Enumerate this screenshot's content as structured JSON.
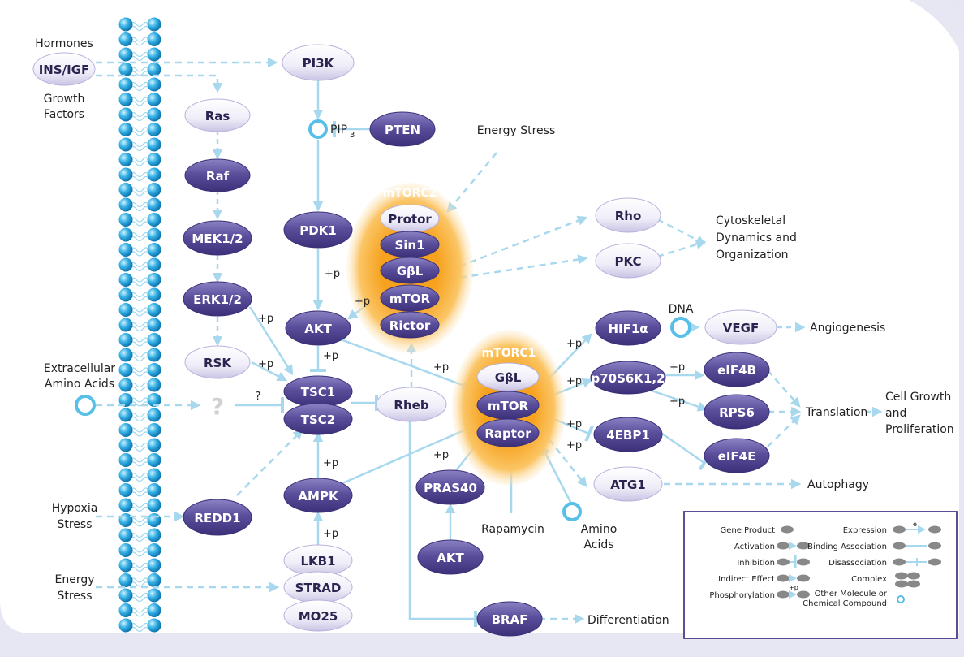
{
  "colors": {
    "dark_node": "#5b4f9c",
    "light_node": "#f2f0fa",
    "arrow": "#a8d8ee",
    "complex_orange": "#f6a21e",
    "legend_border": "#4d3b8c"
  },
  "nodes": {
    "ins_igf": "INS/IGF",
    "pi3k": "PI3K",
    "ras": "Ras",
    "pten": "PTEN",
    "raf": "Raf",
    "mek": "MEK1/2",
    "pdk1": "PDK1",
    "protor": "Protor",
    "sin1": "Sin1",
    "gbl2": "GβL",
    "mtor2": "mTOR",
    "rictor": "Rictor",
    "rho": "Rho",
    "pkc": "PKC",
    "erk": "ERK1/2",
    "akt": "AKT",
    "rsk": "RSK",
    "tsc1": "TSC1",
    "tsc2": "TSC2",
    "rheb": "Rheb",
    "gbl1": "GβL",
    "mtor1": "mTOR",
    "raptor": "Raptor",
    "hif1a": "HIF1α",
    "vegf": "VEGF",
    "p70": "p70S6K1,2",
    "eif4b": "eIF4B",
    "rps6": "RPS6",
    "ebp1": "4EBP1",
    "eif4e": "eIF4E",
    "atg1": "ATG1",
    "pras40": "PRAS40",
    "ampk": "AMPK",
    "redd1": "REDD1",
    "lkb1": "LKB1",
    "strad": "STRAD",
    "mo25": "MO25",
    "akt2": "AKT",
    "braf": "BRAF"
  },
  "complexes": {
    "mtorc2": "mTORC2",
    "mtorc1": "mTORC1"
  },
  "labels": {
    "hormones": "Hormones",
    "growth": "Growth",
    "factors": "Factors",
    "pip": "PIP",
    "pip_sub": "3",
    "energy_stress_top": "Energy Stress",
    "cyto1": "Cytoskeletal",
    "cyto2": "Dynamics and",
    "cyto3": "Organization",
    "dna": "DNA",
    "angio": "Angiogenesis",
    "extra1": "Extracellular",
    "extra2": "Amino Acids",
    "qmark": "?",
    "qsmall": "?",
    "translation": "Translation",
    "cg1": "Cell Growth",
    "cg2": "and",
    "cg3": "Proliferation",
    "autophagy": "Autophagy",
    "rapamycin": "Rapamycin",
    "amino1": "Amino",
    "amino2": "Acids",
    "hyp1": "Hypoxia",
    "hyp2": "Stress",
    "en1": "Energy",
    "en2": "Stress",
    "differentiation": "Differentiation",
    "p_pdk_akt": "+p",
    "p_mtorc2_akt": "+p",
    "p_erk_tsc": "+p",
    "p_akt_tsc": "+p",
    "p_rsk_tsc": "+p",
    "p_akt_mtorc1": "+p",
    "p_hif": "+p",
    "p_p70": "+p",
    "p_4ebp": "+p",
    "p_atg": "+p",
    "p_eif4b": "+p",
    "p_rps6": "+p",
    "p_ampk_tsc": "+p",
    "p_ampk_raptor": "+p",
    "p_lkb": "+p"
  },
  "legend": {
    "gene_product": "Gene Product",
    "activation": "Activation",
    "inhibition": "Inhibition",
    "indirect": "Indirect Effect",
    "phosphorylation": "Phosphorylation",
    "phos_mark": "+p",
    "expression": "Expression",
    "expr_mark": "e",
    "binding": "Binding Association",
    "disassociation": "Disassociation",
    "complex": "Complex",
    "other1": "Other Molecule or",
    "other2": "Chemical Compound"
  }
}
